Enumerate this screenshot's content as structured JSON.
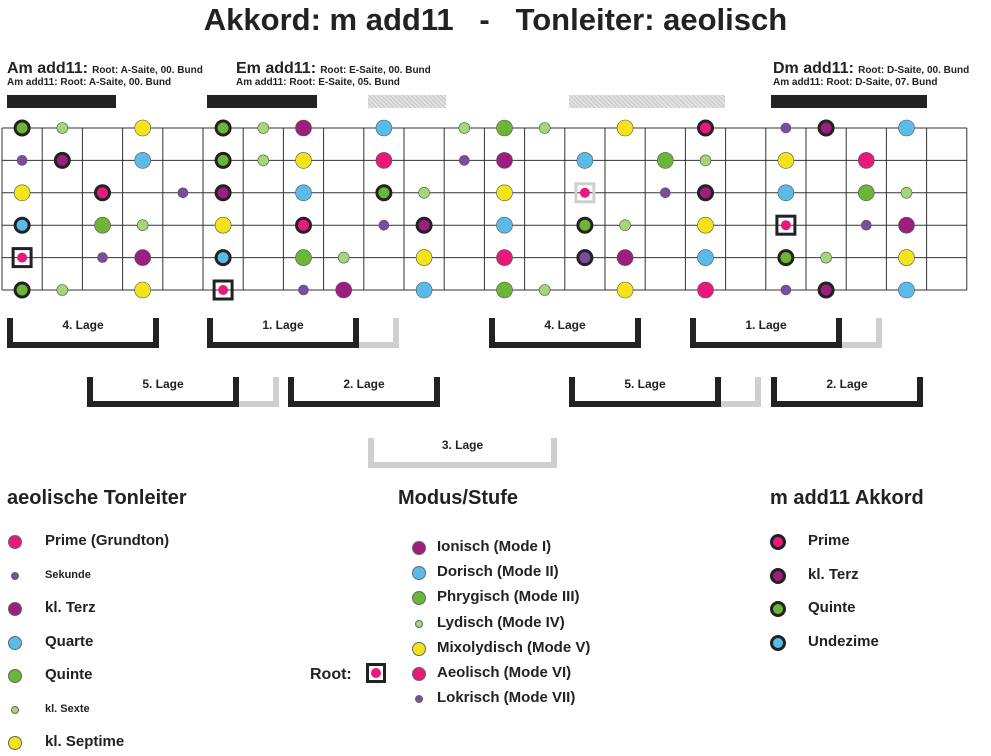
{
  "title": "Akkord: m add11   -   Tonleiter: aeolisch",
  "colors": {
    "prime": "#e8197a",
    "sekunde": "#7a4d9e",
    "terz": "#9c1e7e",
    "quarte": "#5bbbe8",
    "quinte": "#6cb536",
    "sexte": "#a6d67a",
    "septime": "#f2e31b",
    "outline": "#222222",
    "grey": "#cfcfcf"
  },
  "chords": [
    {
      "name": "Am add11:",
      "root": "Root: A-Saite, 00. Bund",
      "line2": "Am add11: Root: A-Saite, 00. Bund"
    },
    {
      "name": "Em add11:",
      "root": "Root: E-Saite, 00. Bund",
      "line2": "Am add11: Root: E-Saite, 05. Bund"
    },
    {
      "name": "Dm add11:",
      "root": "Root: D-Saite, 00. Bund",
      "line2": "Am add11: Root: D-Saite, 07. Bund"
    }
  ],
  "positions": {
    "top": [
      "4. Lage",
      "1. Lage",
      "4. Lage",
      "1. Lage"
    ],
    "mid": [
      "5. Lage",
      "2. Lage",
      "5. Lage",
      "2. Lage"
    ],
    "bottom": [
      "3. Lage"
    ]
  },
  "legend": {
    "scale": {
      "heading": "aeolische Tonleiter",
      "items": [
        {
          "label": "Prime (Grundton)",
          "key": "prime"
        },
        {
          "label": "Sekunde",
          "key": "sekunde"
        },
        {
          "label": "kl. Terz",
          "key": "terz"
        },
        {
          "label": "Quarte",
          "key": "quarte"
        },
        {
          "label": "Quinte",
          "key": "quinte"
        },
        {
          "label": "kl. Sexte",
          "key": "sexte"
        },
        {
          "label": "kl. Septime",
          "key": "septime"
        }
      ]
    },
    "modes": {
      "heading": "Modus/Stufe",
      "items": [
        {
          "label": "Ionisch (Mode I)",
          "key": "terz"
        },
        {
          "label": "Dorisch (Mode II)",
          "key": "quarte"
        },
        {
          "label": "Phrygisch (Mode III)",
          "key": "quinte"
        },
        {
          "label": "Lydisch (Mode IV)",
          "key": "sexte"
        },
        {
          "label": "Mixolydisch (Mode V)",
          "key": "septime"
        },
        {
          "label": "Aeolisch (Mode VI)",
          "key": "prime"
        },
        {
          "label": "Lokrisch (Mode VII)",
          "key": "sekunde"
        }
      ]
    },
    "chord": {
      "heading": "m add11 Akkord",
      "items": [
        {
          "label": "Prime",
          "key": "prime"
        },
        {
          "label": "kl. Terz",
          "key": "terz"
        },
        {
          "label": "Quinte",
          "key": "quinte"
        },
        {
          "label": "Undezime",
          "key": "quarte"
        }
      ]
    },
    "root_label": "Root:"
  },
  "fretboard": {
    "strings": 6,
    "frets": 24,
    "notes": [
      [
        "quinte",
        "sexte",
        null,
        "septime",
        null,
        "quinte",
        "sexte",
        "terz",
        null,
        "quarte",
        null,
        "sexte",
        "quinte",
        "sexte",
        null,
        "septime",
        null,
        "prime",
        null,
        "sekunde",
        "terz",
        null,
        "quarte",
        null
      ],
      [
        "sekunde",
        "terz",
        null,
        "quarte",
        null,
        "quinte",
        "sexte",
        "septime",
        null,
        "prime",
        null,
        "sekunde",
        "terz",
        null,
        "quarte",
        null,
        "quinte",
        "sexte",
        null,
        "septime",
        null,
        "prime",
        null,
        null
      ],
      [
        "septime",
        null,
        "prime",
        null,
        "sekunde",
        "terz",
        null,
        "quarte",
        null,
        "quinte",
        "sexte",
        null,
        "septime",
        null,
        "prime",
        null,
        "sekunde",
        "terz",
        null,
        "quarte",
        null,
        "quinte",
        "sexte",
        null
      ],
      [
        "quarte",
        null,
        "quinte",
        "sexte",
        null,
        "septime",
        null,
        "prime",
        null,
        "sekunde",
        "terz",
        null,
        "quarte",
        null,
        "quinte",
        "sexte",
        null,
        "septime",
        null,
        "prime",
        null,
        "sekunde",
        "terz",
        null
      ],
      [
        "prime",
        null,
        "sekunde",
        "terz",
        null,
        "quarte",
        null,
        "quinte",
        "sexte",
        null,
        "septime",
        null,
        "prime",
        null,
        "sekunde",
        "terz",
        null,
        "quarte",
        null,
        "quinte",
        "sexte",
        null,
        "septime",
        null
      ],
      [
        "quinte",
        "sexte",
        null,
        "septime",
        null,
        "prime",
        null,
        "sekunde",
        "terz",
        null,
        "quarte",
        null,
        "quinte",
        "sexte",
        null,
        "septime",
        null,
        "prime",
        null,
        "sekunde",
        "terz",
        null,
        "quarte",
        null
      ]
    ],
    "outlined": [
      [
        0,
        0
      ],
      [
        0,
        5
      ],
      [
        0,
        10
      ],
      [
        0,
        17
      ],
      [
        0,
        20
      ],
      [
        1,
        1
      ],
      [
        1,
        5
      ],
      [
        1,
        10
      ],
      [
        1,
        15
      ],
      [
        1,
        20
      ],
      [
        2,
        2
      ],
      [
        2,
        5
      ],
      [
        2,
        9
      ],
      [
        2,
        17
      ],
      [
        3,
        0
      ],
      [
        3,
        7
      ],
      [
        3,
        10
      ],
      [
        3,
        14
      ],
      [
        4,
        5
      ],
      [
        4,
        14
      ],
      [
        4,
        19
      ],
      [
        5,
        0
      ],
      [
        5,
        20
      ]
    ],
    "roots": [
      [
        4,
        0
      ],
      [
        5,
        5
      ],
      [
        1,
        10
      ],
      [
        3,
        19
      ]
    ],
    "grey_roots": [
      [
        2,
        14
      ]
    ]
  }
}
